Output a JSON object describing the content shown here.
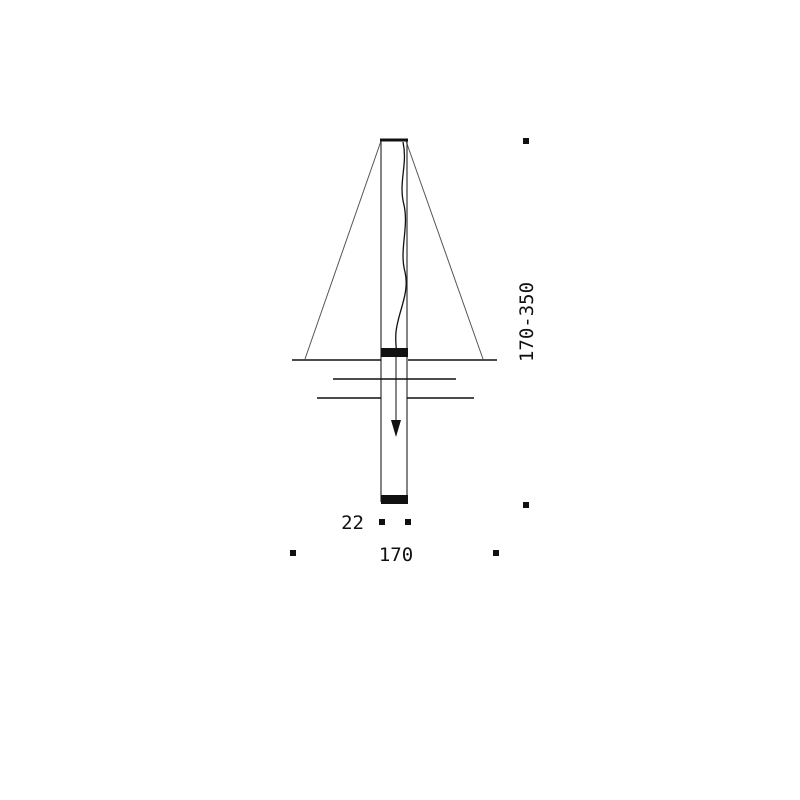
{
  "drawing": {
    "stroke_color": "#111111",
    "line_color": "#555555"
  },
  "dimensions": {
    "height_range": "170-350",
    "width": "170",
    "tube_diameter": "22"
  }
}
